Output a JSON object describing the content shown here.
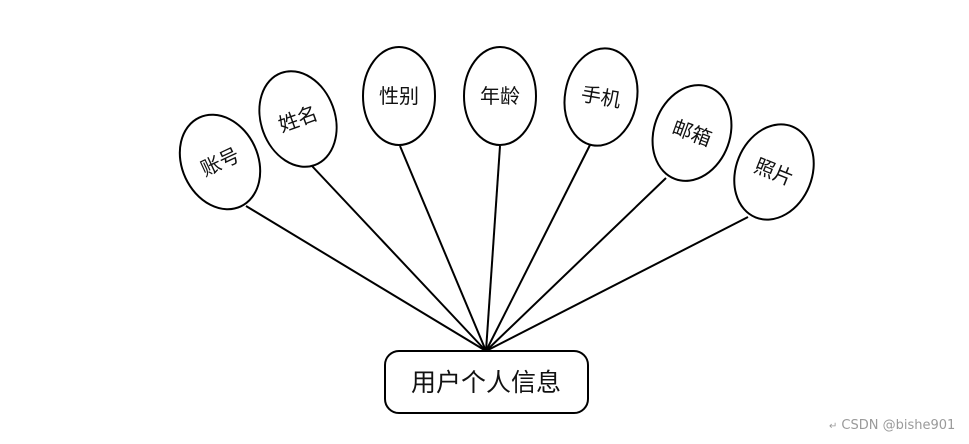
{
  "entity": {
    "label": "用户个人信息"
  },
  "attributes": [
    {
      "label": "账号"
    },
    {
      "label": "姓名"
    },
    {
      "label": "性别"
    },
    {
      "label": "年龄"
    },
    {
      "label": "手机"
    },
    {
      "label": "邮箱"
    },
    {
      "label": "照片"
    }
  ],
  "watermark": {
    "text": "CSDN @bishe901",
    "mark": "↵"
  },
  "colors": {
    "stroke": "#000000",
    "fill": "#ffffff",
    "watermark": "#9a9a9a"
  }
}
